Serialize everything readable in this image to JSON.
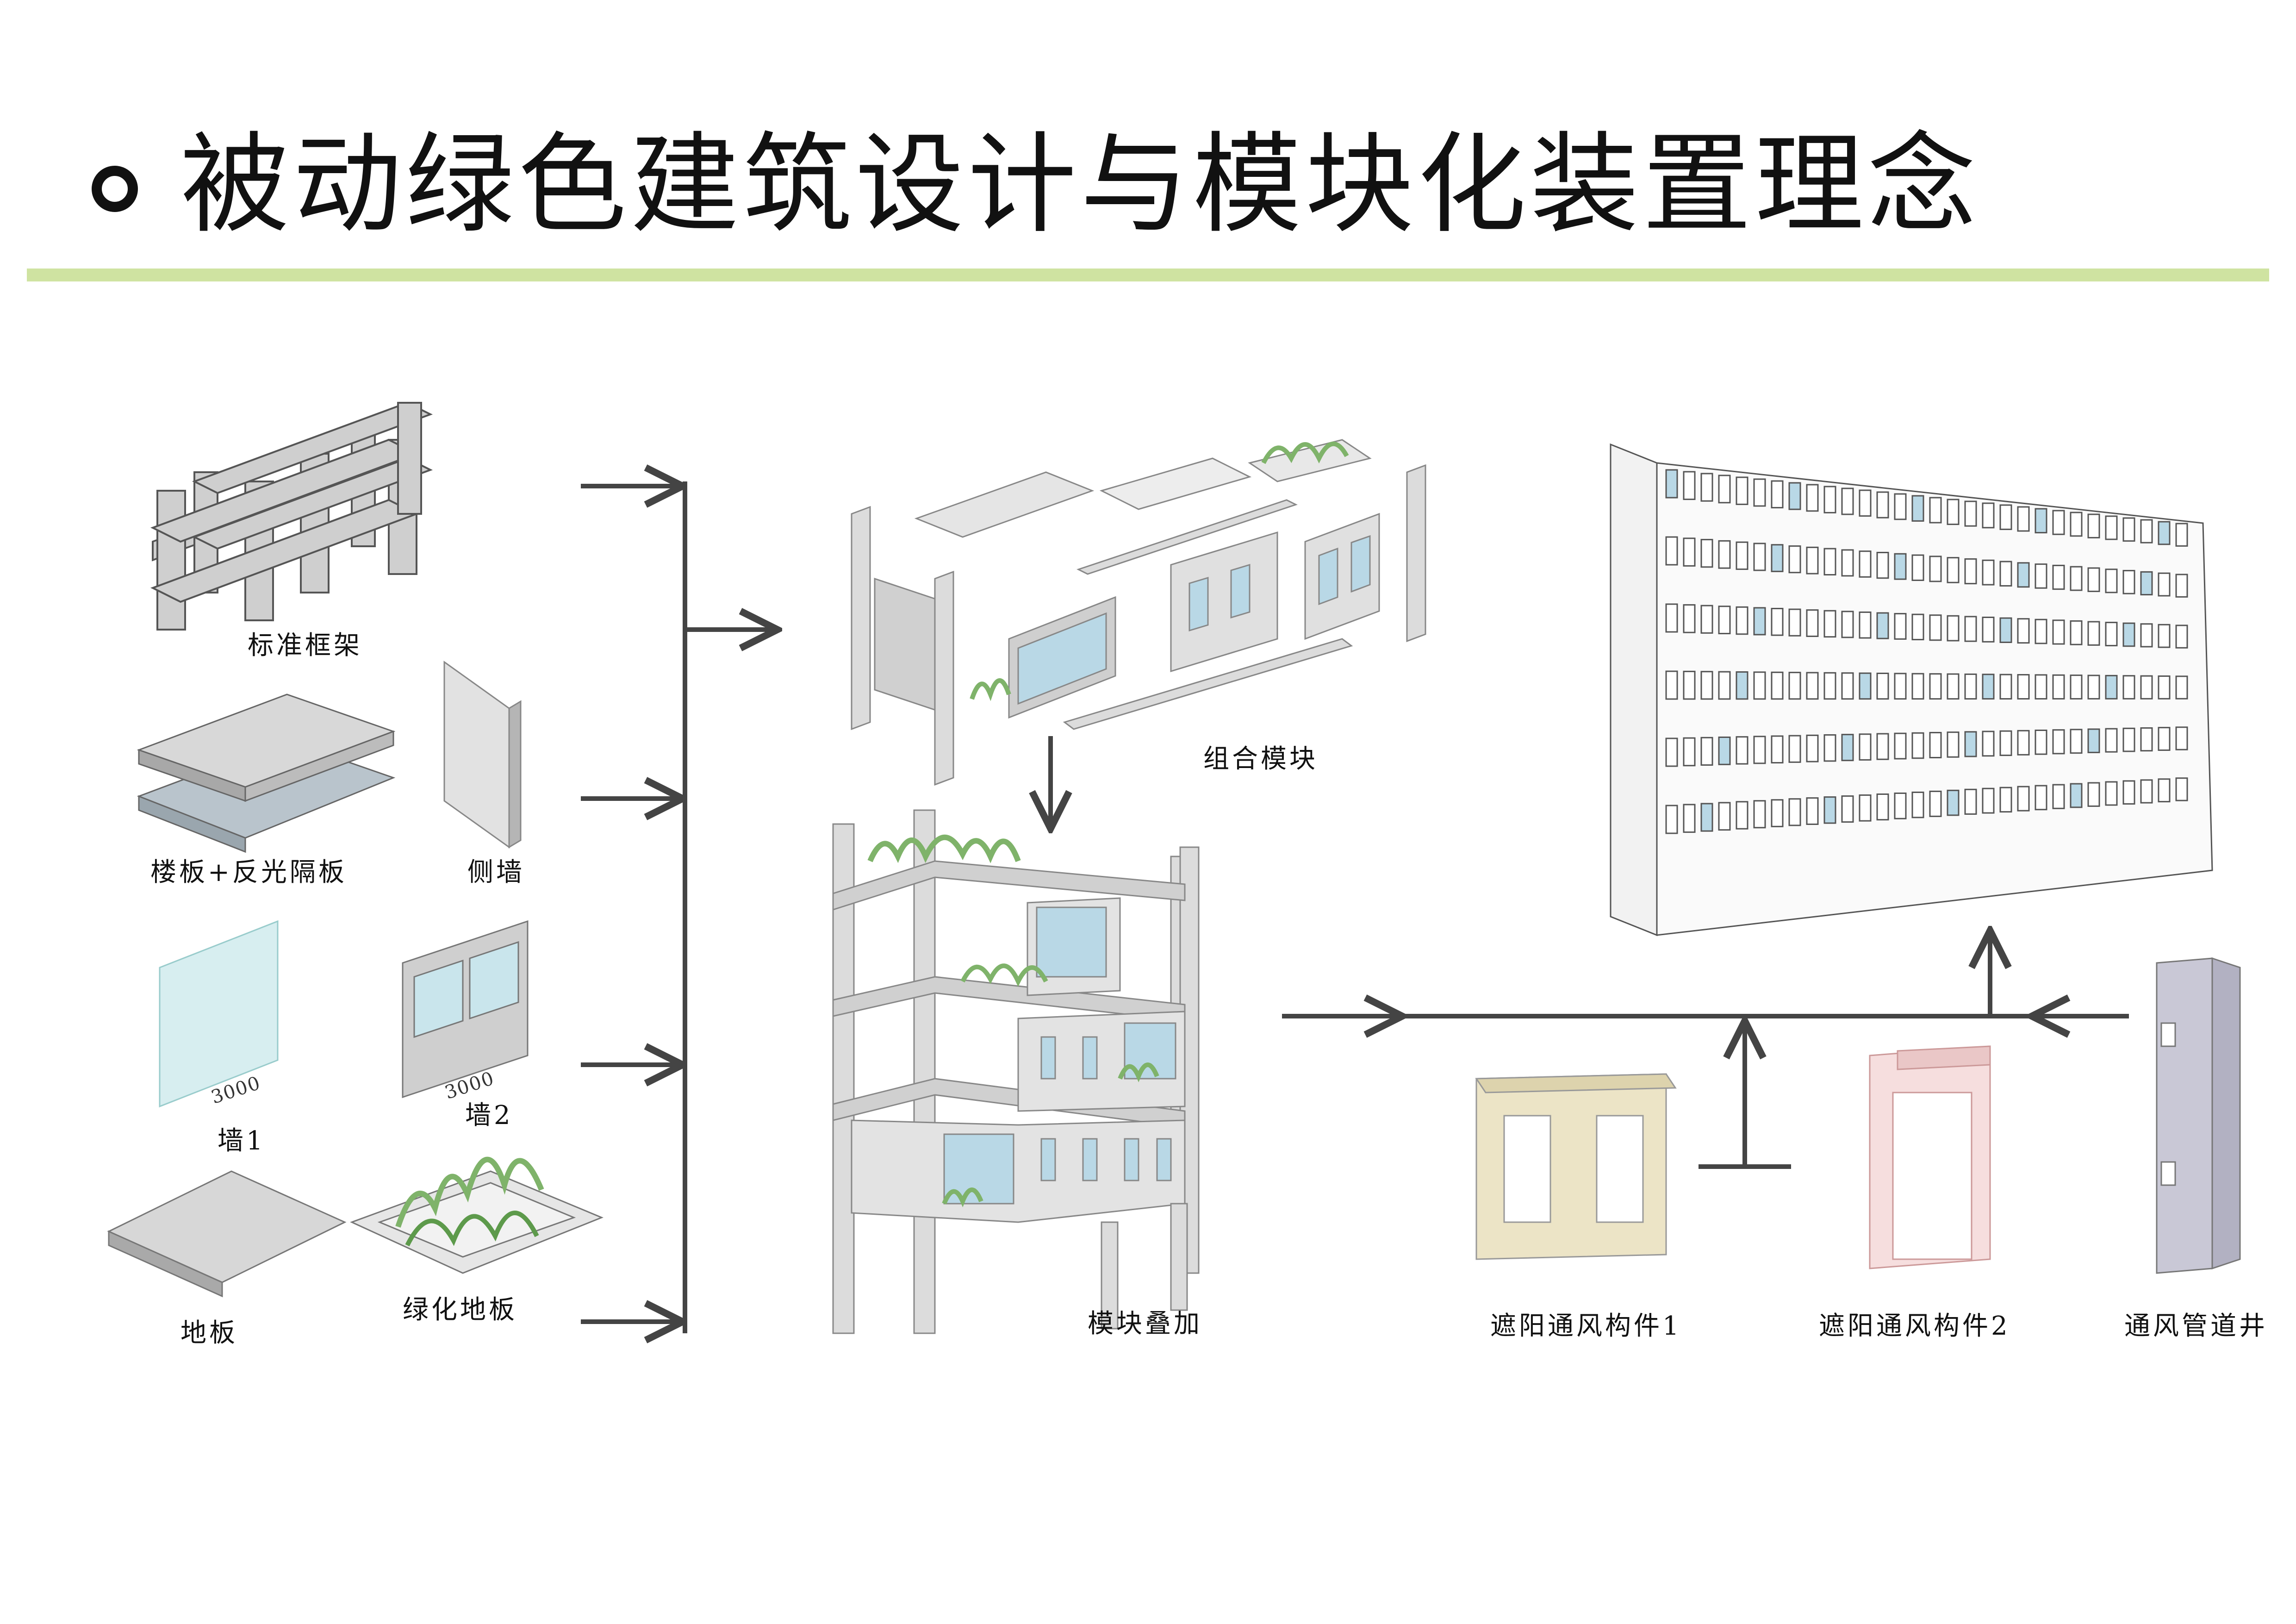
{
  "title": "被动绿色建筑设计与模块化装置理念",
  "components": {
    "frame": "标准框架",
    "floor_panel": "楼板+反光隔板",
    "side_wall": "侧墙",
    "wall1": "墙1",
    "wall2": "墙2",
    "floor": "地板",
    "green_floor": "绿化地板",
    "dim1": "3000",
    "dim2": "3000"
  },
  "stages": {
    "combined": "组合模块",
    "stacked": "模块叠加"
  },
  "facade_parts": {
    "shade1": "遮阳通风构件1",
    "shade2": "遮阳通风构件2",
    "shaft": "通风管道井"
  },
  "colors": {
    "accent_rule": "#cfe3a1",
    "glass": "#b9d8e6",
    "module_grey": "#d9d9d9",
    "shade1_fill": "#ece4c6",
    "shade2_fill": "#f6dede",
    "shaft_fill": "#c9c8d6",
    "grass": "#7fb36a",
    "arrow": "#444444"
  }
}
